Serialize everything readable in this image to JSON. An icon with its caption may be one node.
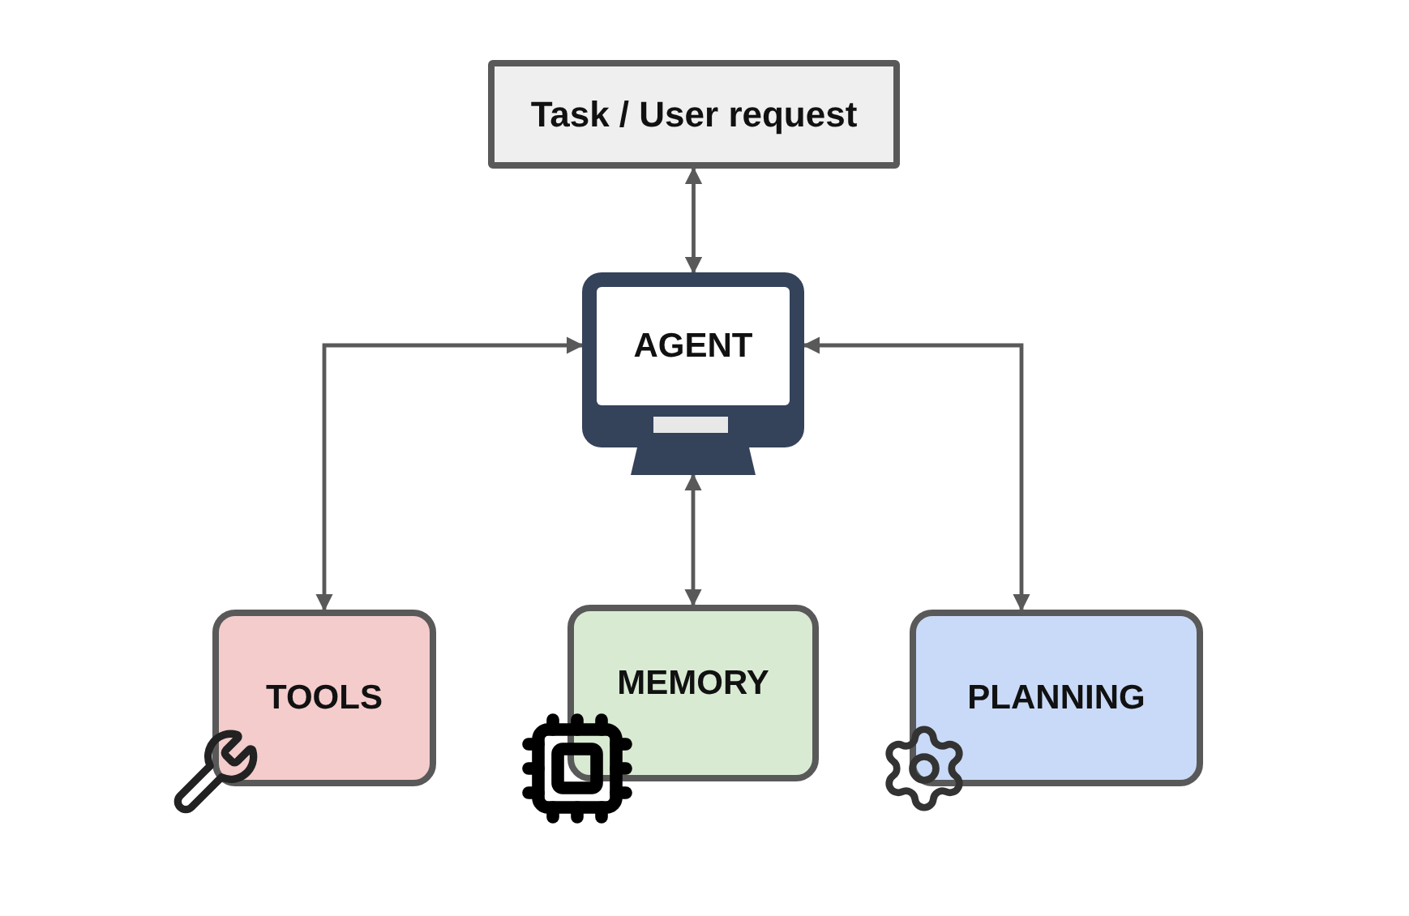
{
  "diagram": {
    "nodes": [
      {
        "text": [
          "Task / User request"
        ]
      },
      {
        "text": [
          "AGENT"
        ]
      },
      {
        "text": [
          "TOOLS"
        ]
      },
      {
        "text": [
          "MEMORY"
        ]
      },
      {
        "text": [
          "PLANNING"
        ]
      }
    ],
    "edges": [
      {
        "from": 0,
        "to": 1,
        "arrow": "both"
      },
      {
        "from": 1,
        "to": 2,
        "arrow": "both"
      },
      {
        "from": 1,
        "to": 3,
        "arrow": "both"
      },
      {
        "from": 1,
        "to": 4,
        "arrow": "both"
      }
    ]
  }
}
